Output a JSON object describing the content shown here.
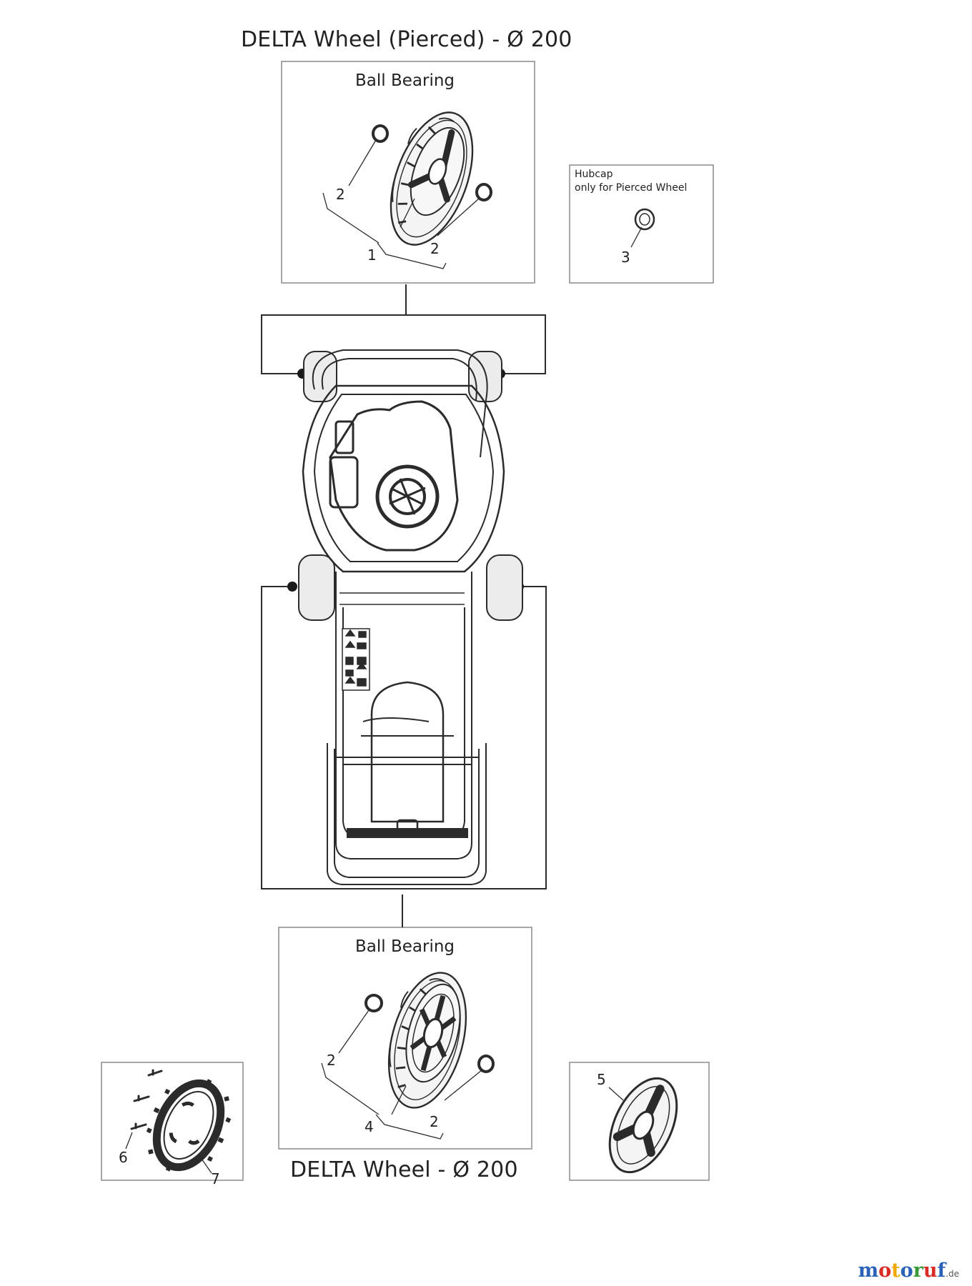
{
  "headings": {
    "top": "DELTA Wheel (Pierced) -  Ø 200",
    "bottom": "DELTA Wheel -  Ø 200"
  },
  "panels": {
    "top_wheel": {
      "label": "Ball Bearing"
    },
    "hubcap": {
      "line1": "Hubcap",
      "line2": "only for Pierced Wheel"
    },
    "bottom_wheel": {
      "label": "Ball Bearing"
    }
  },
  "callouts": {
    "top_wheel": [
      "2",
      "2",
      "1"
    ],
    "hubcap": [
      "3"
    ],
    "bottom_wheel": [
      "2",
      "2",
      "4"
    ],
    "gear": [
      "6",
      "7"
    ],
    "cover": [
      "5"
    ]
  },
  "brand": {
    "letters": [
      "m",
      "o",
      "t",
      "o",
      "r",
      "u",
      "f"
    ],
    "colors": [
      "#2a62b8",
      "#d82b25",
      "#f0a800",
      "#2a62b8",
      "#3a9a3a",
      "#d82b25",
      "#2a62b8"
    ],
    "tld": ".de"
  },
  "colors": {
    "line": "#2b2b2b",
    "wheel_fill": "#ececec",
    "panel_border": "#8a8a8a"
  }
}
